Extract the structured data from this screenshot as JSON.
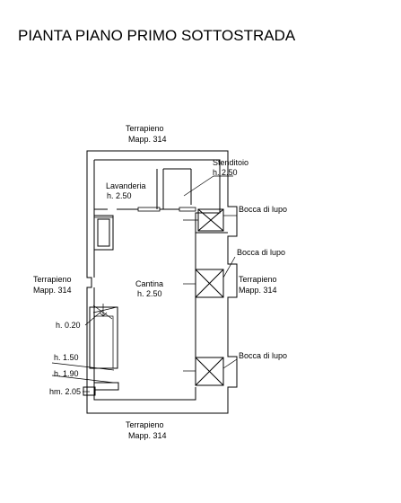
{
  "title": "PIANTA PIANO PRIMO SOTTOSTRADA",
  "labels": {
    "terrapieno_top": "Terrapieno",
    "mapp_top": "Mapp. 314",
    "terrapieno_left": "Terrapieno",
    "mapp_left": "Mapp. 314",
    "terrapieno_right": "Terrapieno",
    "mapp_right": "Mapp. 314",
    "terrapieno_bottom": "Terrapieno",
    "mapp_bottom": "Mapp. 314",
    "stenditoio": "Stenditoio",
    "stenditoio_h": "h. 2.50",
    "lavanderia": "Lavanderia",
    "lavanderia_h": "h. 2.50",
    "cantina": "Cantina",
    "cantina_h": "h. 2.50",
    "bocca_1": "Bocca di lupo",
    "bocca_2": "Bocca di lupo",
    "bocca_3": "Bocca di lupo",
    "h_020": "h. 0.20",
    "h_150": "h. 1.50",
    "h_190": "h. 1.90",
    "hm_205": "hm. 2.05"
  }
}
